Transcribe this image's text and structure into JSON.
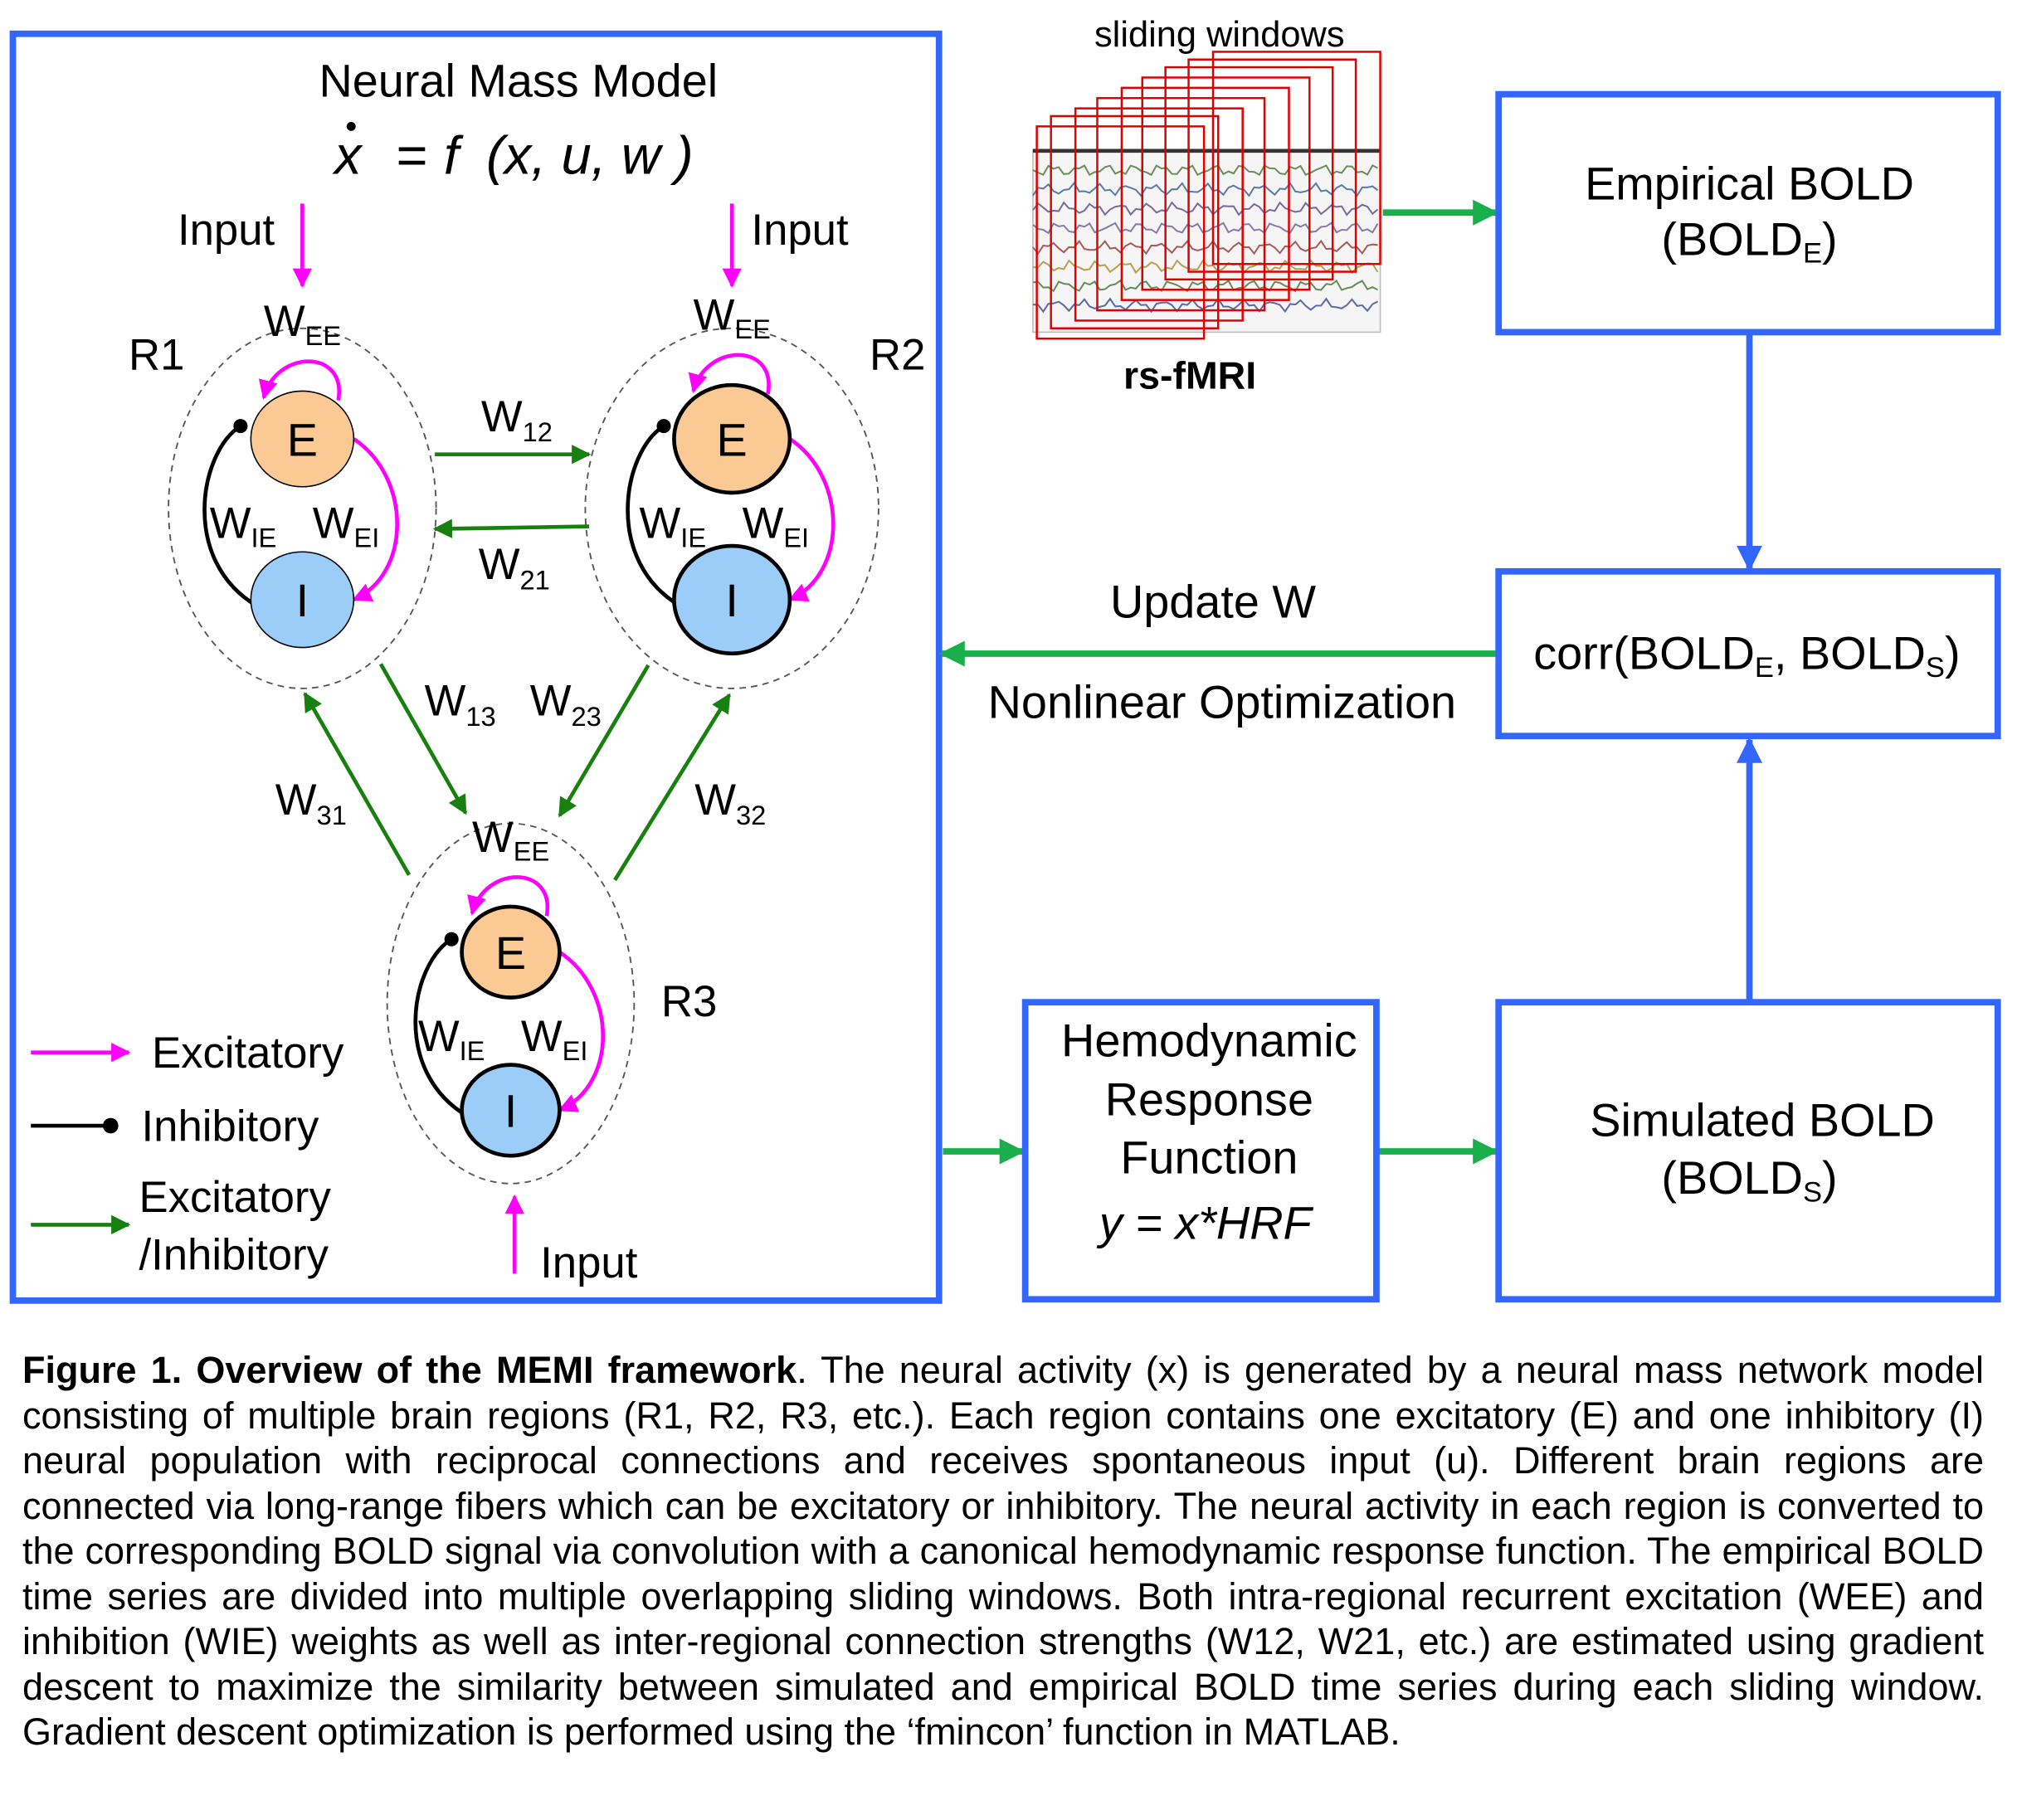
{
  "model_box": {
    "title": "Neural Mass Model",
    "equation": {
      "lhs": "x",
      "eq": "=",
      "f": "f",
      "args": "(x, u, w )"
    },
    "regions": [
      {
        "label": "R1",
        "input": "Input",
        "E": "E",
        "I": "I",
        "wee": {
          "base": "W",
          "sub": "EE"
        },
        "wie": {
          "base": "W",
          "sub": "IE"
        },
        "wei": {
          "base": "W",
          "sub": "EI"
        }
      },
      {
        "label": "R2",
        "input": "Input",
        "E": "E",
        "I": "I",
        "wee": {
          "base": "W",
          "sub": "EE"
        },
        "wie": {
          "base": "W",
          "sub": "IE"
        },
        "wei": {
          "base": "W",
          "sub": "EI"
        }
      },
      {
        "label": "R3",
        "input": "Input",
        "E": "E",
        "I": "I",
        "wee": {
          "base": "W",
          "sub": "EE"
        },
        "wie": {
          "base": "W",
          "sub": "IE"
        },
        "wei": {
          "base": "W",
          "sub": "EI"
        }
      }
    ],
    "connections": [
      {
        "base": "W",
        "sub": "12"
      },
      {
        "base": "W",
        "sub": "21"
      },
      {
        "base": "W",
        "sub": "13"
      },
      {
        "base": "W",
        "sub": "23"
      },
      {
        "base": "W",
        "sub": "31"
      },
      {
        "base": "W",
        "sub": "32"
      }
    ],
    "legend": [
      {
        "label": "Excitatory"
      },
      {
        "label": "Inhibitory"
      },
      {
        "label": "Excitatory",
        "label2": "/Inhibitory"
      }
    ]
  },
  "rsfmri": {
    "top_label": "sliding windows",
    "bottom_label": "rs-fMRI"
  },
  "empirical_box": {
    "line1": "Empirical BOLD",
    "line2_pre": "(BOLD",
    "line2_sub": "E",
    "line2_post": ")"
  },
  "corr_box": {
    "pre": "corr(BOLD",
    "sub1": "E",
    "mid": ", BOLD",
    "sub2": "S",
    "post": ")"
  },
  "update_label": "Update W",
  "optim_label": "Nonlinear Optimization",
  "hrf_box": {
    "line1": "Hemodynamic",
    "line2": "Response",
    "line3": "Function",
    "line4": "y = x*HRF"
  },
  "simulated_box": {
    "line1": "Simulated BOLD",
    "line2_pre": "(BOLD",
    "line2_sub": "S",
    "line2_post": ")"
  },
  "colors": {
    "blue": "#3366ff",
    "green_flow": "#19b04b",
    "green_conn": "#17800f",
    "magenta": "#ff00ff",
    "e_fill": "#fbc994",
    "i_fill": "#9cccf8"
  },
  "caption": {
    "bold": "Figure 1. Overview of the MEMI framework",
    "text": ". The neural activity (x) is generated by a neural mass network model consisting of multiple brain regions (R1, R2, R3, etc.). Each region contains one excitatory (E) and one inhibitory (I) neural population with reciprocal connections and receives spontaneous input (u). Different brain regions are connected via long-range fibers which can be excitatory or inhibitory. The neural activity in each region is converted to the corresponding BOLD signal via convolution with a canonical hemodynamic response function. The empirical BOLD time series are divided into multiple overlapping sliding windows. Both intra-regional recurrent excitation (WEE) and inhibition (WIE) weights as well as inter-regional connection strengths (W12, W21, etc.) are estimated using gradient descent to maximize the similarity between simulated and empirical BOLD time series during each sliding window. Gradient descent optimization is performed using the ‘fmincon’ function in MATLAB."
  }
}
